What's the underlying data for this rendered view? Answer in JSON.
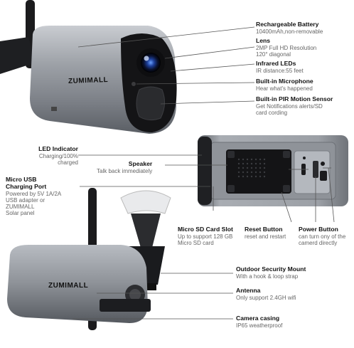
{
  "brand": {
    "logo_text": "ZUMIMALL"
  },
  "callouts": [
    {
      "id": "battery",
      "title": "Rechargeable Battery",
      "desc": "10400mAh,non-removable"
    },
    {
      "id": "lens",
      "title": "Lens",
      "desc": "2MP Full HD Resolution\n120° diagonal"
    },
    {
      "id": "infrared",
      "title": "Infrared LEDs",
      "desc": "IR distance:55 feet"
    },
    {
      "id": "microphone",
      "title": "Built-in Microphone",
      "desc": "Hear what's happened"
    },
    {
      "id": "pir",
      "title": "Built-in PIR Motion Sensor",
      "desc": "Get Notifications alerts/SD\ncard cording"
    },
    {
      "id": "led",
      "title": "LED Indicator",
      "desc": "Charging/100%\ncharged"
    },
    {
      "id": "speaker",
      "title": "Speaker",
      "desc": "Talk back immediately"
    },
    {
      "id": "usb",
      "title": "Micro USB\nCharging Port",
      "desc": "Powered by 5V 1A/2A\nUSB adapter or\nZUMIMALL\nSolar panel"
    },
    {
      "id": "sd",
      "title": "Micro SD Card Slot",
      "desc": "Up to support 128 GB\nMicro SD card"
    },
    {
      "id": "reset",
      "title": "Reset Button",
      "desc": "reset and restart"
    },
    {
      "id": "power",
      "title": "Power Button",
      "desc": "can turn ony of the\ncamerd directly"
    },
    {
      "id": "mount",
      "title": "Outdoor Security Mount",
      "desc": "With a hook & loop strap"
    },
    {
      "id": "antenna",
      "title": "Antenna",
      "desc": "Only support 2.4GH wifi"
    },
    {
      "id": "casing",
      "title": "Camera casing",
      "desc": "IP65 weatherproof"
    }
  ]
}
